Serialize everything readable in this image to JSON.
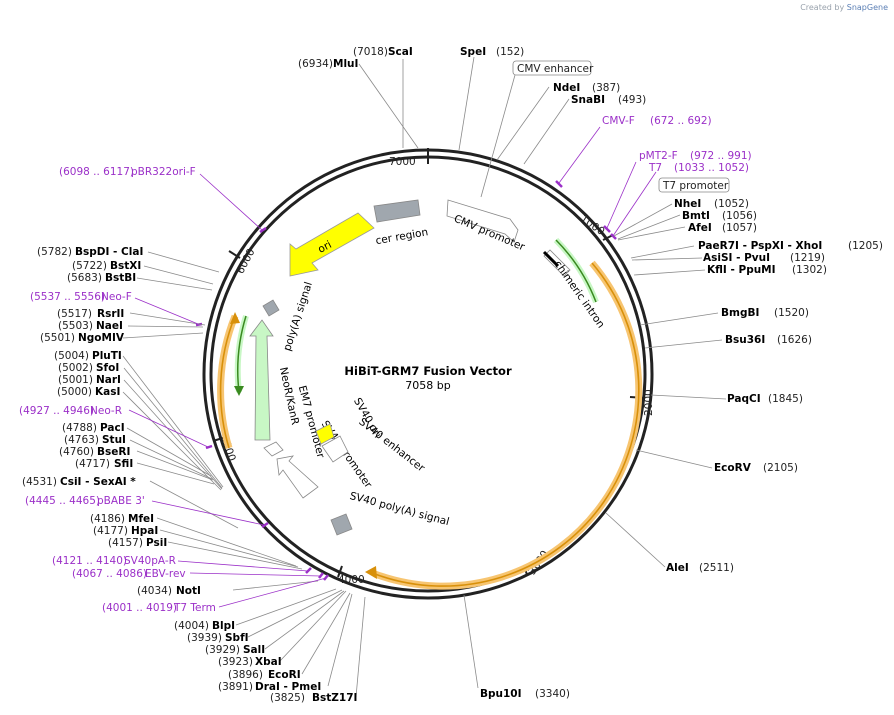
{
  "credit": {
    "prefix": "Created by",
    "brand": "SnapGene"
  },
  "plasmid": {
    "name": "HiBiT-GRM7 Fusion Vector",
    "length_label": "7058 bp",
    "length": 7058
  },
  "ticks": [
    "1000",
    "2000",
    "3000",
    "4000",
    "5000",
    "6000",
    "7000"
  ],
  "sites": [
    {
      "name": "ScaI",
      "pos": "(7018)"
    },
    {
      "name": "MluI",
      "pos": "(6934)"
    },
    {
      "name": "SpeI",
      "pos": "(152)"
    },
    {
      "name": "NdeI",
      "pos": "(387)"
    },
    {
      "name": "SnaBI",
      "pos": "(493)"
    },
    {
      "name": "NheI",
      "pos": "(1052)"
    },
    {
      "name": "BmtI",
      "pos": "(1056)"
    },
    {
      "name": "AfeI",
      "pos": "(1057)"
    },
    {
      "name": "PaeR7I - PspXI - XhoI",
      "pos": "(1205)"
    },
    {
      "name": "AsiSI - PvuI",
      "pos": "(1219)"
    },
    {
      "name": "KflI - PpuMI",
      "pos": "(1302)"
    },
    {
      "name": "BmgBI",
      "pos": "(1520)"
    },
    {
      "name": "Bsu36I",
      "pos": "(1626)"
    },
    {
      "name": "PaqCI",
      "pos": "(1845)"
    },
    {
      "name": "EcoRV",
      "pos": "(2105)"
    },
    {
      "name": "AleI",
      "pos": "(2511)"
    },
    {
      "name": "Bpu10I",
      "pos": "(3340)"
    },
    {
      "name": "BstZ17I",
      "pos": "(3825)"
    },
    {
      "name": "DraI - PmeI",
      "pos": "(3891)"
    },
    {
      "name": "EcoRI",
      "pos": "(3896)"
    },
    {
      "name": "XbaI",
      "pos": "(3923)"
    },
    {
      "name": "SalI",
      "pos": "(3929)"
    },
    {
      "name": "SbfI",
      "pos": "(3939)"
    },
    {
      "name": "BlpI",
      "pos": "(4004)"
    },
    {
      "name": "NotI",
      "pos": "(4034)"
    },
    {
      "name": "PsiI",
      "pos": "(4157)"
    },
    {
      "name": "HpaI",
      "pos": "(4177)"
    },
    {
      "name": "MfeI",
      "pos": "(4186)"
    },
    {
      "name": "CsiI - SexAI *",
      "pos": "(4531)"
    },
    {
      "name": "SfiI",
      "pos": "(4717)"
    },
    {
      "name": "BseRI",
      "pos": "(4760)"
    },
    {
      "name": "StuI",
      "pos": "(4763)"
    },
    {
      "name": "PacI",
      "pos": "(4788)"
    },
    {
      "name": "KasI",
      "pos": "(5000)"
    },
    {
      "name": "NarI",
      "pos": "(5001)"
    },
    {
      "name": "SfoI",
      "pos": "(5002)"
    },
    {
      "name": "PluTI",
      "pos": "(5004)"
    },
    {
      "name": "NgoMIV",
      "pos": "(5501)"
    },
    {
      "name": "NaeI",
      "pos": "(5503)"
    },
    {
      "name": "RsrII",
      "pos": "(5517)"
    },
    {
      "name": "BstBI",
      "pos": "(5683)"
    },
    {
      "name": "BstXI",
      "pos": "(5722)"
    },
    {
      "name": "BspDI - ClaI",
      "pos": "(5782)"
    }
  ],
  "primers": [
    {
      "name": "CMV-F",
      "range": "(672 .. 692)"
    },
    {
      "name": "pMT2-F",
      "range": "(972 .. 991)"
    },
    {
      "name": "T7",
      "range": "(1033 .. 1052)"
    },
    {
      "name": "pBR322ori-F",
      "range": "(6098 .. 6117)"
    },
    {
      "name": "Neo-F",
      "range": "(5537 .. 5556)"
    },
    {
      "name": "Neo-R",
      "range": "(4927 .. 4946)"
    },
    {
      "name": "pBABE 3'",
      "range": "(4445 .. 4465)"
    },
    {
      "name": "SV40pA-R",
      "range": "(4121 .. 4140)"
    },
    {
      "name": "EBV-rev",
      "range": "(4067 .. 4086)"
    },
    {
      "name": "T7 Term",
      "range": "(4001 .. 4019)"
    }
  ],
  "boxed_features": [
    "CMV enhancer",
    "T7 promoter"
  ],
  "features": [
    "cer region",
    "CMV promoter",
    "chimeric intron",
    "ori",
    "poly(A) signal",
    "NeoR/KanR",
    "EM7 promoter",
    "SV40 promoter",
    "SV40 ori",
    "SV40 enhancer",
    "SV40 poly(A) signal"
  ],
  "colors": {
    "ori": "#ffff00",
    "neo": "#c8f7c5",
    "orf": "#f7c571",
    "orf_arrow": "#d8900a",
    "intron": "#7bc143",
    "grey_box": "#a0a7ae",
    "primer": "#9b30c8",
    "ring": "#222222"
  }
}
